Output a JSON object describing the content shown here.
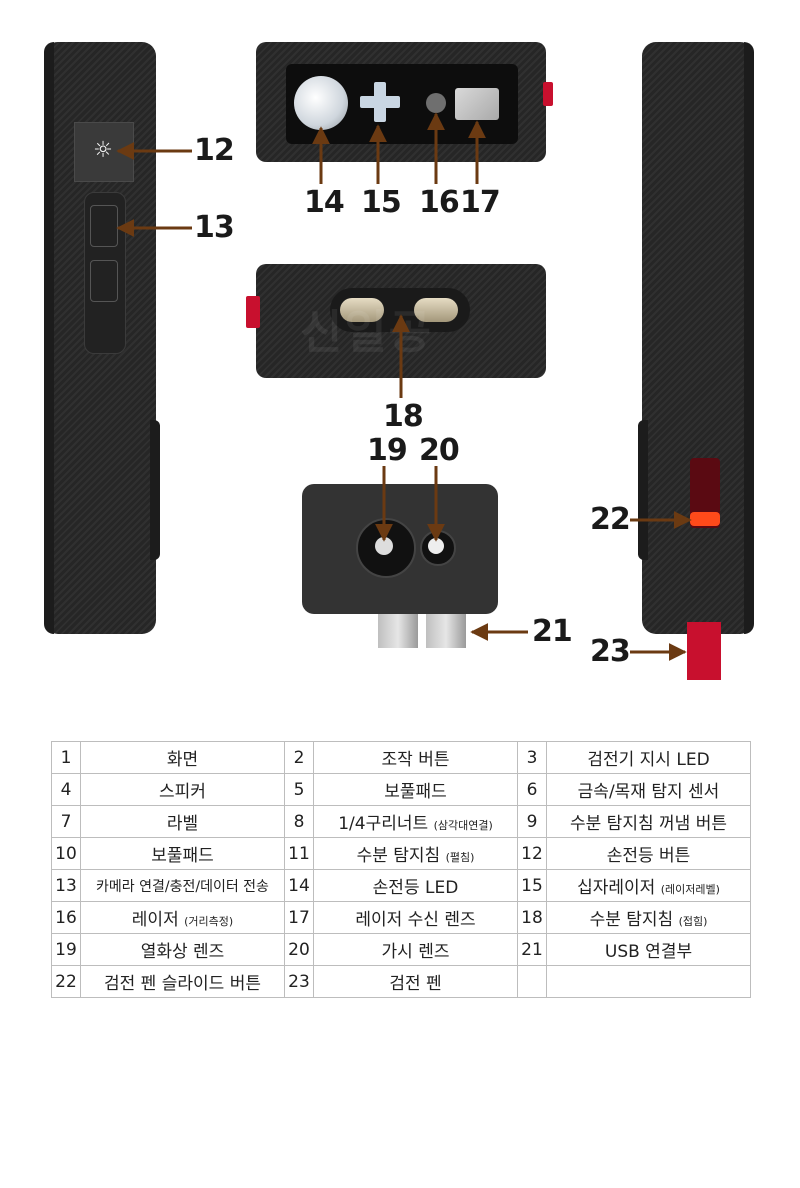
{
  "callouts": {
    "c12": "12",
    "c13": "13",
    "c14": "14",
    "c15": "15",
    "c16": "16",
    "c17": "17",
    "c18": "18",
    "c19": "19",
    "c20": "20",
    "c21": "21",
    "c22": "22",
    "c23": "23"
  },
  "watermark": "신일공",
  "colors": {
    "arrow": "#6b3a12",
    "device": "#2b2b2b",
    "accent_red": "#c8102e"
  },
  "parts": [
    [
      {
        "n": "1",
        "label": "화면",
        "sub": ""
      },
      {
        "n": "2",
        "label": "조작 버튼",
        "sub": ""
      },
      {
        "n": "3",
        "label": "검전기 지시 LED",
        "sub": ""
      }
    ],
    [
      {
        "n": "4",
        "label": "스피커",
        "sub": ""
      },
      {
        "n": "5",
        "label": "보풀패드",
        "sub": ""
      },
      {
        "n": "6",
        "label": "금속/목재 탐지 센서",
        "sub": ""
      }
    ],
    [
      {
        "n": "7",
        "label": "라벨",
        "sub": ""
      },
      {
        "n": "8",
        "label": "1/4구리너트 ",
        "sub": "(삼각대연결)"
      },
      {
        "n": "9",
        "label": "수분 탐지침 꺼냄 버튼",
        "sub": ""
      }
    ],
    [
      {
        "n": "10",
        "label": "보풀패드",
        "sub": ""
      },
      {
        "n": "11",
        "label": "수분 탐지침 ",
        "sub": "(펼침)"
      },
      {
        "n": "12",
        "label": "손전등 버튼",
        "sub": ""
      }
    ],
    [
      {
        "n": "13",
        "label": "카메라 연결/충전/데이터 전송",
        "sub": ""
      },
      {
        "n": "14",
        "label": "손전등 LED",
        "sub": ""
      },
      {
        "n": "15",
        "label": "십자레이저 ",
        "sub": "(레이저레벨)"
      }
    ],
    [
      {
        "n": "16",
        "label": "레이저 ",
        "sub": "(거리측정)"
      },
      {
        "n": "17",
        "label": "레이저 수신 렌즈",
        "sub": ""
      },
      {
        "n": "18",
        "label": "수분 탐지침 ",
        "sub": "(접힘)"
      }
    ],
    [
      {
        "n": "19",
        "label": "열화상 렌즈",
        "sub": ""
      },
      {
        "n": "20",
        "label": "가시 렌즈",
        "sub": ""
      },
      {
        "n": "21",
        "label": "USB 연결부",
        "sub": ""
      }
    ],
    [
      {
        "n": "22",
        "label": "검전 펜 슬라이드 버튼",
        "sub": ""
      },
      {
        "n": "23",
        "label": "검전 펜",
        "sub": ""
      },
      {
        "n": "",
        "label": "",
        "sub": ""
      }
    ]
  ]
}
